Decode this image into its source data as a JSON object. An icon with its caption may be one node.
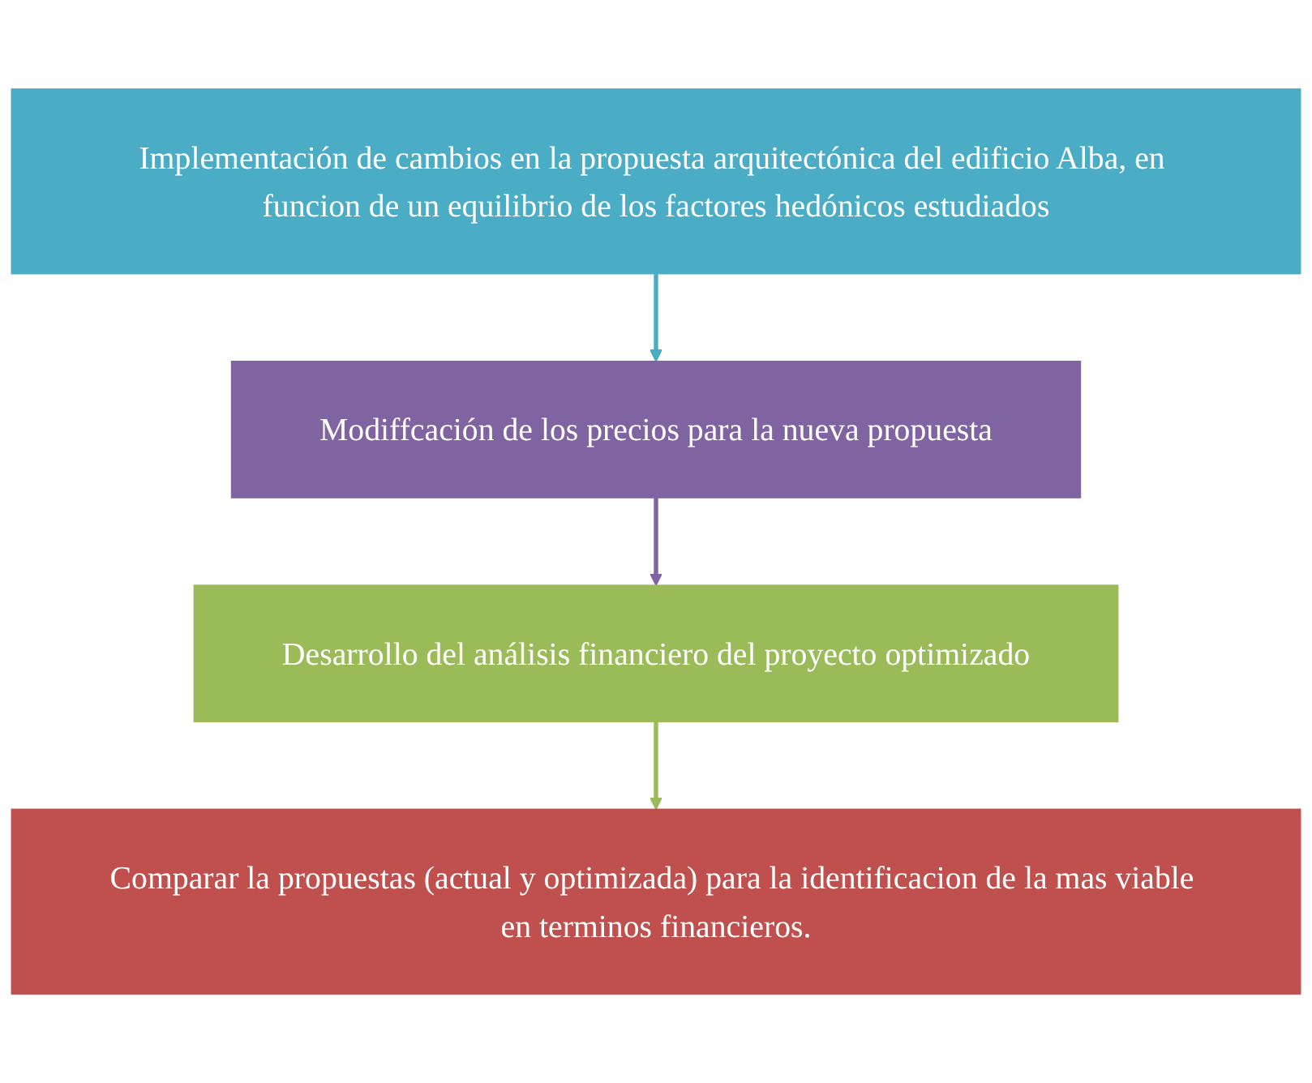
{
  "diagram": {
    "nodes": [
      {
        "text": [
          "Implementación de cambios en la propuesta arquitectónica del edificio Alba, en funcion de un equilibrio de los factores hedónicos estudiados"
        ]
      },
      {
        "text": [
          "Modiffcación de los precios para la nueva propuesta"
        ]
      },
      {
        "text": [
          "Desarrollo del análisis financiero del proyecto optimizado"
        ]
      },
      {
        "text": [
          "Comparar la propuestas (actual y optimizada) para la identificacion de la mas viable en terminos financieros."
        ]
      }
    ],
    "edges": [
      {
        "from": 0,
        "to": 1,
        "arrow": "to",
        "color": "#4bacc6"
      },
      {
        "from": 1,
        "to": 2,
        "arrow": "to",
        "color": "#8064a2"
      },
      {
        "from": 2,
        "to": 3,
        "arrow": "to",
        "color": "#9bbb59"
      }
    ]
  }
}
